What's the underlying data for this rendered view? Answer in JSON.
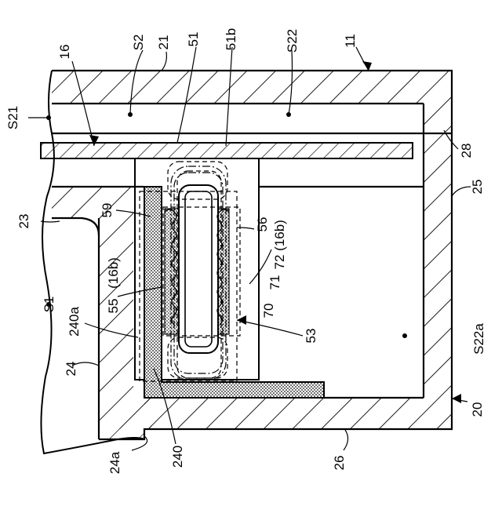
{
  "figure": {
    "labels": {
      "l11": "11",
      "l16": "16",
      "lS2": "S2",
      "l21": "21",
      "l51": "51",
      "l51b": "51b",
      "lS22": "S22",
      "lS21": "S21",
      "l28": "28",
      "l25": "25",
      "l59": "59",
      "l23": "23",
      "l56": "56",
      "l16b_right": "(16b)",
      "l72": "72",
      "l71": "71",
      "l70": "70",
      "l55": "55",
      "l16b_left": "(16b)",
      "lS1": "S1",
      "l240a": "240a",
      "l53": "53",
      "lS22a": "S22a",
      "l24": "24",
      "l20": "20",
      "l24a": "24a",
      "l240": "240",
      "l26": "26"
    }
  }
}
